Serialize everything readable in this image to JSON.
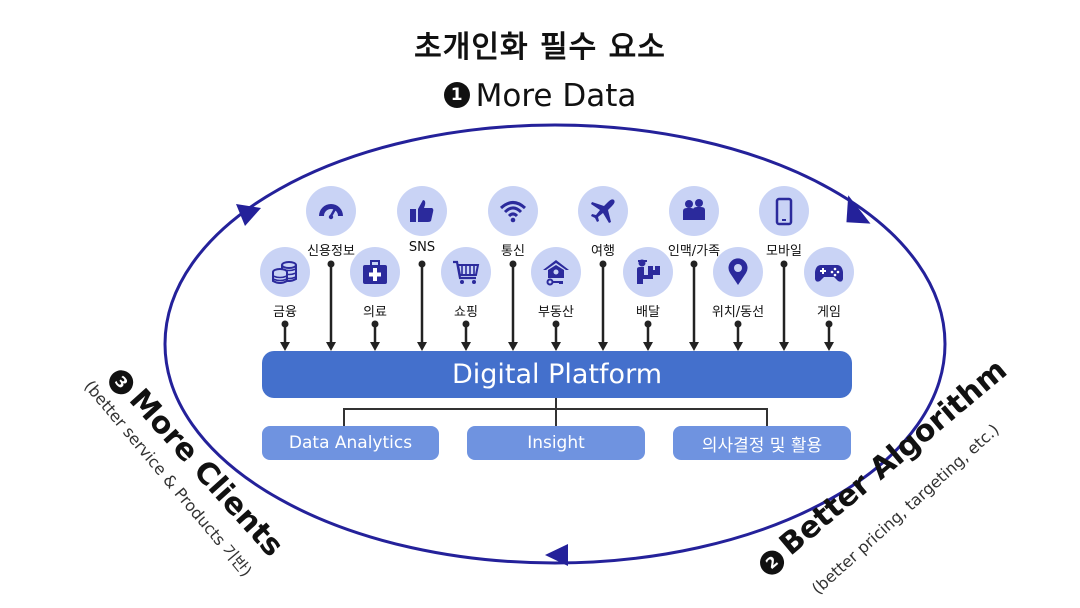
{
  "title": "초개인화 필수 요소",
  "cycle": {
    "more_data": {
      "number": "1",
      "label": "More Data"
    },
    "better_algorithm": {
      "number": "2",
      "label": "Better Algorithm",
      "note": "(better pricing, targeting, etc.)"
    },
    "more_clients": {
      "number": "3",
      "label": "More Clients",
      "note": "(better service & Products 기반)"
    }
  },
  "data_sources": {
    "top_row": [
      {
        "label": "신용정보",
        "icon": "speedometer-icon"
      },
      {
        "label": "SNS",
        "icon": "thumbs-up-icon"
      },
      {
        "label": "통신",
        "icon": "wifi-icon"
      },
      {
        "label": "여행",
        "icon": "airplane-icon"
      },
      {
        "label": "인맥/가족",
        "icon": "people-icon"
      },
      {
        "label": "모바일",
        "icon": "smartphone-icon"
      }
    ],
    "bottom_row": [
      {
        "label": "금융",
        "icon": "coins-icon"
      },
      {
        "label": "의료",
        "icon": "medical-kit-icon"
      },
      {
        "label": "쇼핑",
        "icon": "shopping-cart-icon"
      },
      {
        "label": "부동산",
        "icon": "house-key-icon"
      },
      {
        "label": "배달",
        "icon": "delivery-icon"
      },
      {
        "label": "위치/동선",
        "icon": "location-pin-icon"
      },
      {
        "label": "게임",
        "icon": "gamepad-icon"
      }
    ]
  },
  "platform": {
    "label": "Digital Platform"
  },
  "outputs": [
    "Data Analytics",
    "Insight",
    "의사결정 및 활용"
  ],
  "colors": {
    "cycle_stroke": "#24219a",
    "icon_fill": "#2b2a9c",
    "icon_bg": "#c9d3f5",
    "platform": "#4470cc",
    "output_box": "#6f93e0",
    "connector": "#222222"
  }
}
